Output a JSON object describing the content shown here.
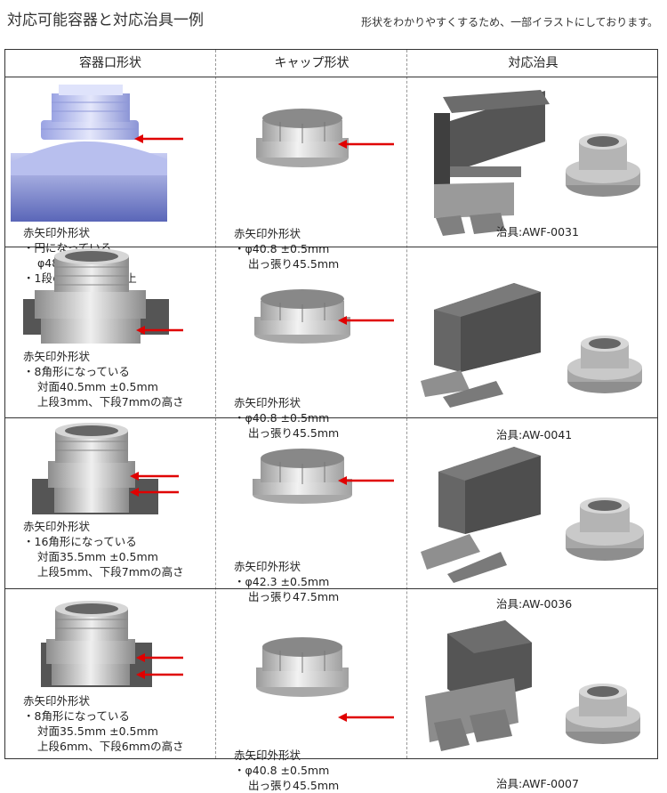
{
  "title": "対応可能容器と対応治具一例",
  "note": "形状をわかりやすくするため、一部イラストにしております。",
  "headers": {
    "container": "容器口形状",
    "cap": "キャップ形状",
    "jig": "対応治具"
  },
  "rows": [
    {
      "container": {
        "heading": "赤矢印外形状",
        "lines": [
          "・円になっている",
          "φ48 ±0.5mm",
          "・1段の幅が6mm以上"
        ]
      },
      "cap": {
        "heading": "赤矢印外形状",
        "lines": [
          "・φ40.8 ±0.5mm",
          "出っ張り45.5mm"
        ]
      },
      "jig": "治具:AWF-0031"
    },
    {
      "container": {
        "heading": "赤矢印外形状",
        "lines": [
          "・8角形になっている",
          "対面40.5mm ±0.5mm",
          "上段3mm、下段7mmの高さ"
        ]
      },
      "cap": {
        "heading": "赤矢印外形状",
        "lines": [
          "・φ40.8 ±0.5mm",
          "出っ張り45.5mm"
        ]
      },
      "jig": "治具:AW-0041"
    },
    {
      "container": {
        "heading": "赤矢印外形状",
        "lines": [
          "・16角形になっている",
          "対面35.5mm ±0.5mm",
          "上段5mm、下段7mmの高さ"
        ]
      },
      "cap": {
        "heading": "赤矢印外形状",
        "lines": [
          "・φ42.3 ±0.5mm",
          "出っ張り47.5mm"
        ]
      },
      "jig": "治具:AW-0036"
    },
    {
      "container": {
        "heading": "赤矢印外形状",
        "lines": [
          "・8角形になっている",
          "対面35.5mm ±0.5mm",
          "上段6mm、下段6mmの高さ"
        ]
      },
      "cap": {
        "heading": "赤矢印外形状",
        "lines": [
          "・φ40.8 ±0.5mm",
          "出っ張り45.5mm"
        ]
      },
      "jig": "治具:AWF-0007"
    }
  ]
}
